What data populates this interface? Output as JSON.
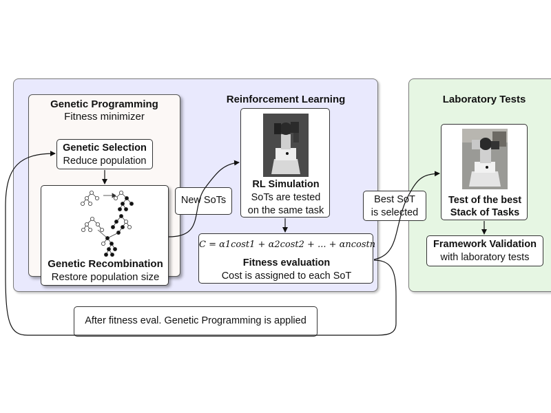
{
  "sections": {
    "rl_title": "Reinforcement Learning",
    "lab_title": "Laboratory Tests"
  },
  "genetic_programming": {
    "title": "Genetic Programming",
    "subtitle": "Fitness minimizer",
    "selection": {
      "title": "Genetic Selection",
      "desc": "Reduce population"
    },
    "recombination": {
      "title": "Genetic Recombination",
      "desc": "Restore population size"
    }
  },
  "labels": {
    "new_sots": "New SoTs",
    "best_sot_line1": "Best SoT",
    "best_sot_line2": "is selected",
    "feedback": "After fitness eval. Genetic Programming is applied"
  },
  "rl_simulation": {
    "title": "RL Simulation",
    "line1": "SoTs are tested",
    "line2": "on the same task",
    "image_icon": "robot-simulation-render"
  },
  "fitness": {
    "formula": "C = α1cost1 + α2cost2 + ... + αncostn",
    "title": "Fitness evaluation",
    "desc": "Cost is assigned to each SoT"
  },
  "lab_test": {
    "title_line1": "Test of the best",
    "title_line2": "Stack of Tasks",
    "image_icon": "robot-lab-photo"
  },
  "framework": {
    "title": "Framework Validation",
    "desc": "with laboratory tests"
  },
  "colors": {
    "rl_panel": "#e9e9fd",
    "lab_panel": "#e6f6e3",
    "gp_panel": "#fcf8f6"
  }
}
